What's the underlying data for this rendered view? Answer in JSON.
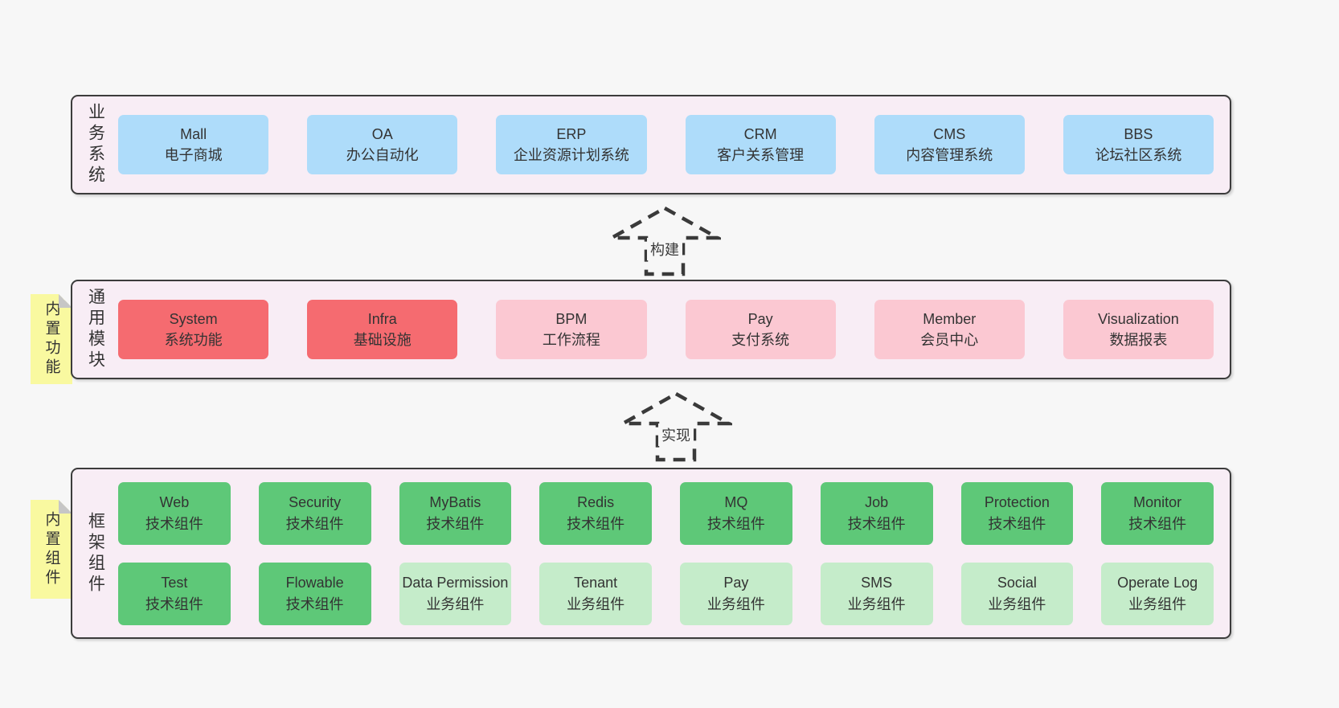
{
  "colors": {
    "page_bg": "#f7f7f7",
    "band_bg": "#f8edf5",
    "band_border": "#3c3c3c",
    "blue_box": "#aedcfa",
    "red_box": "#f56b70",
    "pink_box": "#fbc8d2",
    "green_box": "#5ec878",
    "green_light_box": "#c5ecca",
    "note_bg": "#f9f9a0",
    "text": "#333333"
  },
  "arrows": [
    {
      "label": "构建"
    },
    {
      "label": "实现"
    }
  ],
  "bands": {
    "business": {
      "label": "业务系统",
      "boxes": [
        {
          "title": "Mall",
          "subtitle": "电子商城",
          "variant": "blue"
        },
        {
          "title": "OA",
          "subtitle": "办公自动化",
          "variant": "blue"
        },
        {
          "title": "ERP",
          "subtitle": "企业资源计划系统",
          "variant": "blue"
        },
        {
          "title": "CRM",
          "subtitle": "客户关系管理",
          "variant": "blue"
        },
        {
          "title": "CMS",
          "subtitle": "内容管理系统",
          "variant": "blue"
        },
        {
          "title": "BBS",
          "subtitle": "论坛社区系统",
          "variant": "blue"
        }
      ]
    },
    "common": {
      "label": "通用模块",
      "note": "内置功能",
      "boxes": [
        {
          "title": "System",
          "subtitle": "系统功能",
          "variant": "red"
        },
        {
          "title": "Infra",
          "subtitle": "基础设施",
          "variant": "red"
        },
        {
          "title": "BPM",
          "subtitle": "工作流程",
          "variant": "pink"
        },
        {
          "title": "Pay",
          "subtitle": "支付系统",
          "variant": "pink"
        },
        {
          "title": "Member",
          "subtitle": "会员中心",
          "variant": "pink"
        },
        {
          "title": "Visualization",
          "subtitle": "数据报表",
          "variant": "pink"
        }
      ]
    },
    "framework": {
      "label": "框架组件",
      "note": "内置组件",
      "rows": [
        [
          {
            "title": "Web",
            "subtitle": "技术组件",
            "variant": "green"
          },
          {
            "title": "Security",
            "subtitle": "技术组件",
            "variant": "green"
          },
          {
            "title": "MyBatis",
            "subtitle": "技术组件",
            "variant": "green"
          },
          {
            "title": "Redis",
            "subtitle": "技术组件",
            "variant": "green"
          },
          {
            "title": "MQ",
            "subtitle": "技术组件",
            "variant": "green"
          },
          {
            "title": "Job",
            "subtitle": "技术组件",
            "variant": "green"
          },
          {
            "title": "Protection",
            "subtitle": "技术组件",
            "variant": "green"
          },
          {
            "title": "Monitor",
            "subtitle": "技术组件",
            "variant": "green"
          }
        ],
        [
          {
            "title": "Test",
            "subtitle": "技术组件",
            "variant": "green"
          },
          {
            "title": "Flowable",
            "subtitle": "技术组件",
            "variant": "green"
          },
          {
            "title": "Data Permission",
            "subtitle": "业务组件",
            "variant": "green-light"
          },
          {
            "title": "Tenant",
            "subtitle": "业务组件",
            "variant": "green-light"
          },
          {
            "title": "Pay",
            "subtitle": "业务组件",
            "variant": "green-light"
          },
          {
            "title": "SMS",
            "subtitle": "业务组件",
            "variant": "green-light"
          },
          {
            "title": "Social",
            "subtitle": "业务组件",
            "variant": "green-light"
          },
          {
            "title": "Operate Log",
            "subtitle": "业务组件",
            "variant": "green-light"
          }
        ]
      ]
    }
  }
}
